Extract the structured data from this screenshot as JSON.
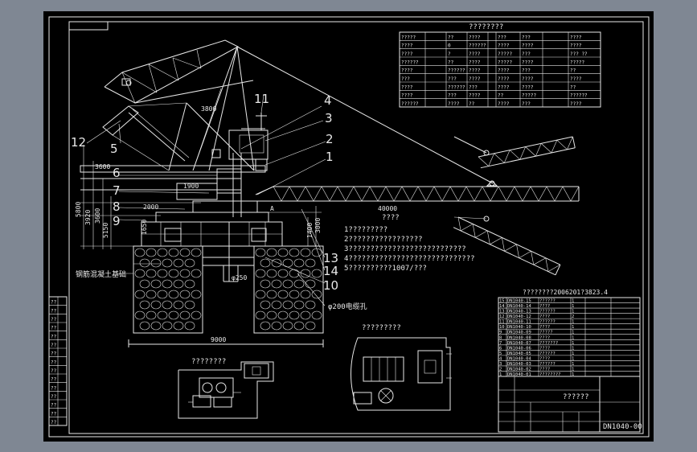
{
  "drawing": {
    "title_block_name": "??????",
    "drawing_number": "DN1040-00",
    "parts_table_title": "????????",
    "bom_table_title": "????????2006201?3823.4"
  },
  "main_view": {
    "part_labels": [
      "1",
      "2",
      "3",
      "4",
      "5",
      "6",
      "7",
      "8",
      "9",
      "10",
      "11",
      "12",
      "13",
      "14"
    ],
    "dimensions": {
      "boom_length": "40000",
      "base_width": "9000",
      "pile_dia": "φ250",
      "cable_hole": "φ200电缆孔",
      "level_a": "A",
      "dims_left": [
        "5800",
        "3920",
        "3600",
        "5150",
        "1650"
      ],
      "dims_right": [
        "1400",
        "3000"
      ],
      "upper": [
        "3800",
        "3600",
        "1900",
        "2000"
      ]
    },
    "foundation_note": "钢筋混凝土基础"
  },
  "tech_requirements": {
    "title": "????",
    "items": [
      "1?????????",
      "2?????????????????",
      "3???????????????????????????",
      "4?????????????????????????????",
      "5??????????1007/???"
    ]
  },
  "detail_views": {
    "plan_view_title": "????????",
    "cab_view_title": "?????????"
  },
  "parts_table": {
    "rows": [
      [
        "?????",
        "??",
        "????",
        "???",
        "???",
        "????"
      ],
      [
        "????",
        "0",
        "??????",
        "????",
        "????",
        "????"
      ],
      [
        "????",
        "?",
        "????",
        "?????",
        "???",
        "??? ??"
      ],
      [
        "??????",
        "??",
        "????",
        "?????",
        "????",
        "?????"
      ],
      [
        "????",
        "??????",
        "????",
        "????",
        "???",
        "??"
      ],
      [
        "???",
        "???",
        "????",
        "????",
        "????",
        "????"
      ],
      [
        "????",
        "??????",
        "???",
        "????",
        "????",
        "??"
      ],
      [
        "????",
        "???",
        "????",
        "??",
        "?????",
        "??????"
      ],
      [
        "??????",
        "????",
        "??",
        "????",
        "???",
        "????"
      ]
    ]
  },
  "bom_table": {
    "rows": [
      [
        "15",
        "DN1040-15",
        "??????",
        "1",
        ""
      ],
      [
        "14",
        "DN1040-14",
        "????",
        "1",
        ""
      ],
      [
        "13",
        "DN1040-13",
        "??????",
        "1",
        ""
      ],
      [
        "12",
        "DN1040-12",
        "????",
        "2",
        ""
      ],
      [
        "11",
        "DN1040-11",
        "??????",
        "1",
        ""
      ],
      [
        "10",
        "DN1040-10",
        "????",
        "1",
        ""
      ],
      [
        "9",
        "DN1040-09",
        "?????",
        "1",
        ""
      ],
      [
        "8",
        "DN1040-08",
        "????",
        "1",
        ""
      ],
      [
        "7",
        "DN1040-07",
        "???????",
        "1",
        ""
      ],
      [
        "6",
        "DN1040-06",
        "????",
        "1",
        ""
      ],
      [
        "5",
        "DN1040-05",
        "??????",
        "1",
        ""
      ],
      [
        "4",
        "DN1040-04",
        "????",
        "1",
        ""
      ],
      [
        "3",
        "DN1040-03",
        "??????",
        "1",
        ""
      ],
      [
        "2",
        "DN1040-02",
        "????",
        "1",
        ""
      ],
      [
        "1",
        "DN1040-01",
        "????????",
        "1",
        ""
      ]
    ]
  },
  "left_strip_labels": [
    "??",
    "??",
    "??",
    "??",
    "??",
    "??",
    "??",
    "??",
    "??",
    "??",
    "??",
    "??",
    "??",
    "??",
    "??"
  ]
}
